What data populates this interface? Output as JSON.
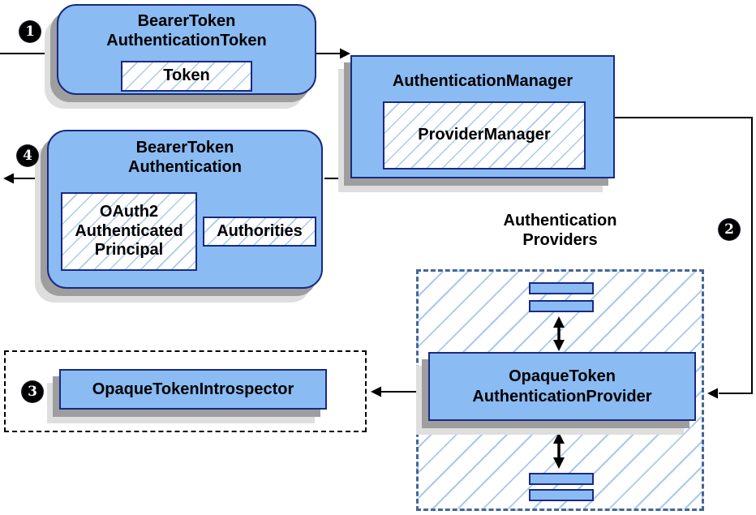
{
  "colors": {
    "node_fill": "#8abbf3",
    "node_border": "#1a2a80",
    "hatch_line": "#aac9ec",
    "group_border": "#44659a",
    "wire": "#000000",
    "shadow_dark": "#9e9e9e",
    "shadow_light": "#dedede",
    "badge_bg": "#000000",
    "badge_text": "#ffffff"
  },
  "badges": [
    {
      "number": "1"
    },
    {
      "number": "2"
    },
    {
      "number": "3"
    },
    {
      "number": "4"
    }
  ],
  "nodes": {
    "bearer_token_authentication_token": {
      "title": "BearerToken\nAuthenticationToken",
      "token": "Token"
    },
    "authentication_manager": {
      "title": "AuthenticationManager",
      "provider_manager": "ProviderManager"
    },
    "bearer_token_authentication": {
      "title": "BearerToken\nAuthentication",
      "principal": "OAuth2\nAuthenticated\nPrincipal",
      "authorities": "Authorities"
    },
    "providers_group": {
      "label": "Authentication\nProviders"
    },
    "opaque_token_authentication_provider": {
      "title": "OpaqueToken\nAuthenticationProvider"
    },
    "opaque_token_introspector": {
      "title": "OpaqueTokenIntrospector"
    }
  }
}
